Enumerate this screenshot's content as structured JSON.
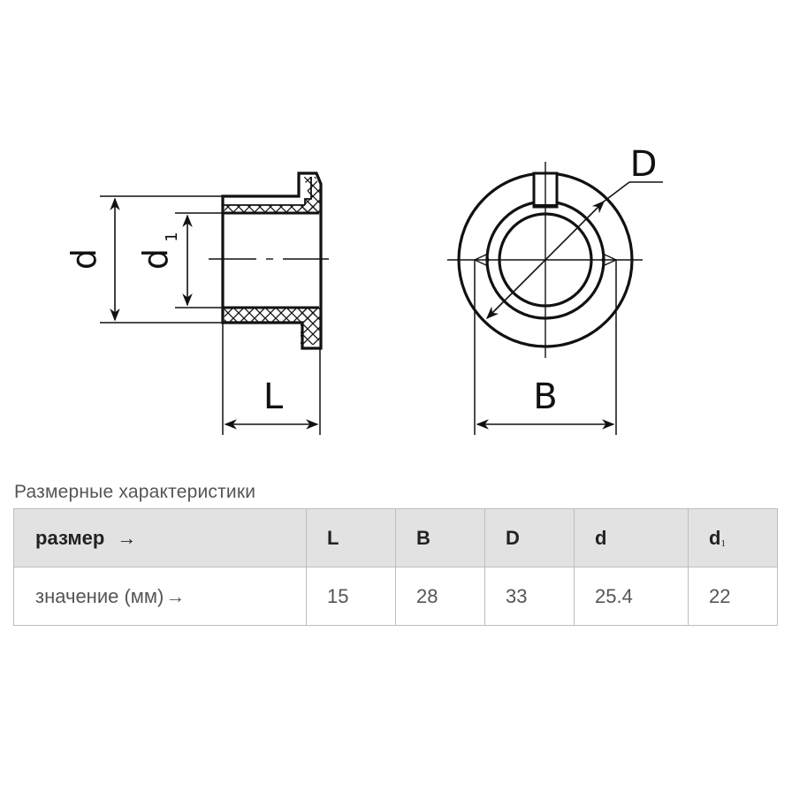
{
  "drawing": {
    "side_view": {
      "labels": {
        "d": "d",
        "d1_main": "d",
        "d1_sub": "1",
        "L": "L"
      }
    },
    "front_view": {
      "labels": {
        "D": "D",
        "B": "B"
      }
    },
    "colors": {
      "line": "#111111"
    }
  },
  "caption": "Размерные характеристики",
  "table": {
    "header": {
      "label": "размер",
      "arrow": "→",
      "columns": [
        {
          "name": "L",
          "sub": ""
        },
        {
          "name": "B",
          "sub": ""
        },
        {
          "name": "D",
          "sub": ""
        },
        {
          "name": "d",
          "sub": ""
        },
        {
          "name": "d",
          "sub": "1"
        }
      ]
    },
    "row": {
      "label": "значение (мм)",
      "arrow": "→",
      "values": [
        "15",
        "28",
        "33",
        "25.4",
        "22"
      ]
    },
    "colors": {
      "header_bg": "#e2e2e2",
      "border": "#bdbdbd",
      "text": "#555555"
    }
  }
}
